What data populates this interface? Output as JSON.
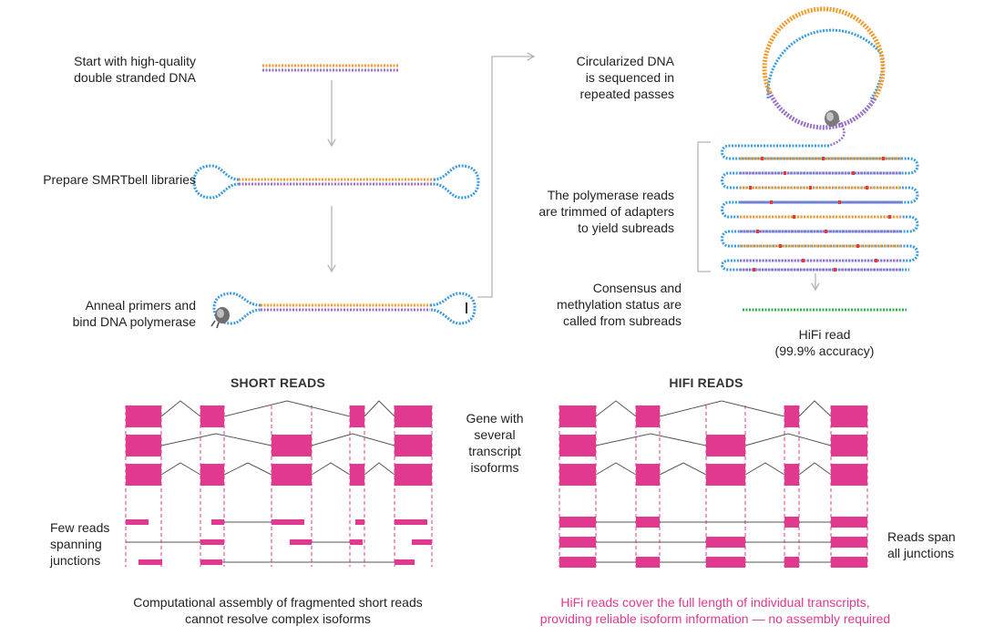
{
  "workflow": {
    "step1": "Start with high-quality\ndouble stranded DNA",
    "step2": "Prepare SMRTbell libraries",
    "step3": "Anneal primers and\nbind DNA polymerase",
    "step4": "Circularized DNA\nis sequenced in\nrepeated passes",
    "step5": "The polymerase reads\nare trimmed of adapters\nto yield subreads",
    "step6": "Consensus and\nmethylation status are\ncalled from subreads",
    "hifi_read": "HiFi read\n(99.9% accuracy)"
  },
  "short_reads": {
    "title": "SHORT READS",
    "side_note": "Few reads\nspanning\njunctions",
    "caption": "Computational assembly of fragmented short reads\ncannot resolve complex isoforms"
  },
  "hifi_reads": {
    "title": "HIFI READS",
    "gene_note": "Gene with\nseveral\ntranscript\nisoforms",
    "side_note": "Reads span\nall junctions",
    "caption": "HiFi reads cover the full length of individual transcripts,\nproviding reliable isoform information — no assembly required"
  },
  "colors": {
    "dna_top": "#f39a2c",
    "dna_bottom": "#9a6fc8",
    "adapter": "#3a9be0",
    "hifi": "#2fb24a",
    "exon": "#e0398f",
    "error": "#e53935",
    "arrow": "#b5b5b5"
  }
}
